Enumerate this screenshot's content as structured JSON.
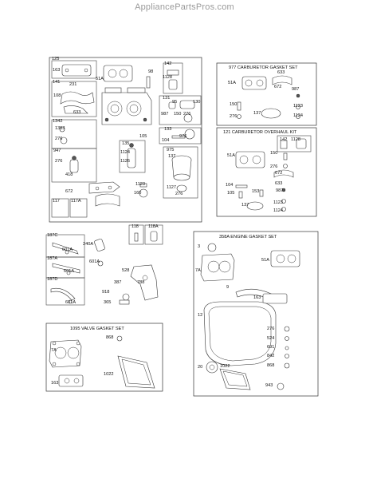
{
  "site": {
    "watermark": "AppliancePartsPros.com"
  },
  "sections": {
    "main": {
      "labels": [
        "125",
        "163",
        "141",
        "108",
        "231",
        "633",
        "51A",
        "98",
        "1128",
        "142",
        "131",
        "95",
        "130",
        "987",
        "150",
        "276",
        "1342",
        "1353",
        "276",
        "105",
        "133",
        "104",
        "976",
        "137",
        "135",
        "1124",
        "1126",
        "947",
        "276",
        "975",
        "418",
        "672",
        "1123",
        "1127",
        "160",
        "276",
        "117",
        "117A"
      ]
    },
    "gasket977": {
      "title": "977 CARBURETOR GASKET SET",
      "labels": [
        "633",
        "51A",
        "672",
        "987",
        "150",
        "276",
        "137",
        "1123",
        "1124"
      ]
    },
    "overhaul121": {
      "title": "121 CARBURETOR OVERHAUL KIT",
      "labels": [
        "142",
        "1128",
        "51A",
        "150",
        "276",
        "672",
        "633",
        "987",
        "104",
        "105",
        "153",
        "137",
        "1123",
        "1124"
      ]
    },
    "linkage": {
      "labels": [
        "187C",
        "601A",
        "187A",
        "601A",
        "187D",
        "601A",
        "240A",
        "118",
        "118A",
        "601A",
        "528",
        "387",
        "788",
        "918",
        "365"
      ]
    },
    "valve1095": {
      "title": "1095 VALVE GASKET SET",
      "labels": [
        "868",
        "7A",
        "163",
        "1022"
      ]
    },
    "engine358A": {
      "title": "358A ENGINE GASKET SET",
      "labels": [
        "3",
        "51A",
        "7A",
        "9",
        "163",
        "12",
        "276",
        "524",
        "691",
        "842",
        "868",
        "943",
        "20",
        "1022"
      ]
    }
  }
}
